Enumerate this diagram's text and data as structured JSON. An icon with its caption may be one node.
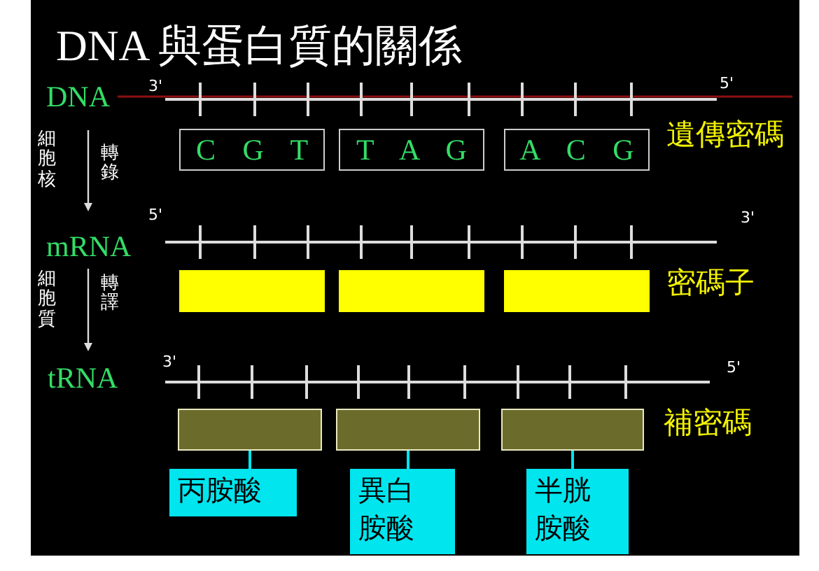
{
  "diagram": {
    "title": "DNA 與蛋白質的關係",
    "nodes": [
      {
        "text": [
          "C G T"
        ]
      },
      {
        "text": [
          "T A G"
        ]
      },
      {
        "text": [
          "A C G"
        ]
      },
      {
        "text": [],
        "shape": "bar"
      },
      {
        "text": [],
        "shape": "bar"
      },
      {
        "text": [],
        "shape": "bar"
      },
      {
        "text": [],
        "shape": "bar"
      },
      {
        "text": [],
        "shape": "bar"
      },
      {
        "text": [],
        "shape": "bar"
      },
      {
        "text": [
          "丙胺酸"
        ]
      },
      {
        "text": [
          "異白胺酸"
        ]
      },
      {
        "text": [
          "半胱胺酸"
        ]
      }
    ],
    "edges": [
      {
        "from": 6,
        "to": 9,
        "arrow": "none"
      },
      {
        "from": 7,
        "to": 10,
        "arrow": "none"
      },
      {
        "from": 8,
        "to": 11,
        "arrow": "none"
      }
    ],
    "labels": [
      "DNA",
      "3'",
      "5'",
      "細胞核",
      "轉錄",
      "遺傳密碼",
      "5'",
      "mRNA",
      "3'",
      "細胞質",
      "轉譯",
      "密碼子",
      "tRNA",
      "3'",
      "5'",
      "補密碼"
    ]
  }
}
